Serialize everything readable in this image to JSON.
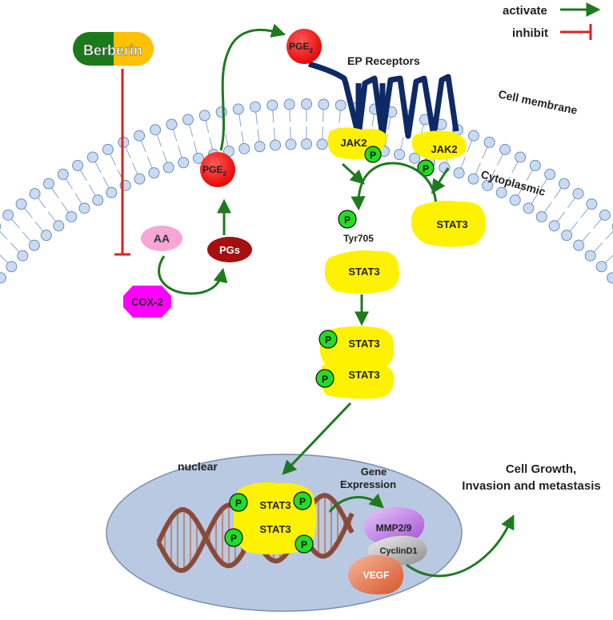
{
  "legend": {
    "activate_label": "activate",
    "inhibit_label": "inhibit",
    "activate_color": "#1f7a1f",
    "inhibit_color": "#e02020"
  },
  "labels": {
    "berberin": "Berberin",
    "pge2_base": "PGE",
    "pge2_sub": "2",
    "ep_receptors": "EP Receptors",
    "cell_membrane": "Cell membrane",
    "cytoplasmic": "Cytoplasmic",
    "jak2": "JAK2",
    "p": "P",
    "tyr705": "Tyr705",
    "stat3": "STAT3",
    "aa": "AA",
    "pgs": "PGs",
    "cox2": "COX-2",
    "nuclear": "nuclear",
    "gene_expression_line1": "Gene",
    "gene_expression_line2": "Expression",
    "mmp": "MMP2/9",
    "cyclind1": "CyclinD1",
    "vegf": "VEGF",
    "outcome_line1": "Cell Growth,",
    "outcome_line2": "Invasion and metastasis"
  },
  "colors": {
    "stat_yellow": "#fff200",
    "phospho_green": "#22dd22",
    "pge2_red": "#ee1111",
    "receptor_navy": "#0d2a66",
    "nucleus_fill": "#b9c9e2",
    "cox2_magenta": "#ff00ff",
    "aa_pink": "#f7a6d6",
    "pgs_darkred": "#a50f0f",
    "membrane_bead": "#c9dbf2",
    "berberin_green": "#1a7a1a",
    "berberin_orange": "#ffc000"
  }
}
